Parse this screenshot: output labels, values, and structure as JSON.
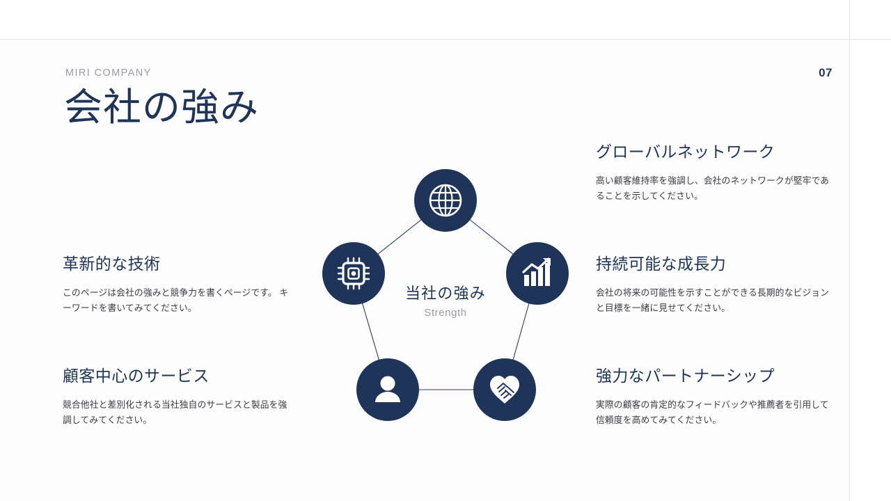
{
  "header": {
    "eyebrow": "MIRI COMPANY",
    "title": "会社の強み",
    "page_number": "07"
  },
  "center": {
    "title_jp": "当社の強み",
    "title_en": "Strength"
  },
  "features": [
    {
      "id": "global-network",
      "icon": "globe-icon",
      "heading": "グローバルネットワーク",
      "body": "高い顧客維持率を強調し、会社のネットワークが堅牢であることを示してください。"
    },
    {
      "id": "sustainable-growth",
      "icon": "growth-chart-icon",
      "heading": "持続可能な成長力",
      "body": "会社の将来の可能性を示すことができる長期的なビジョンと目標を一緒に見せてください。"
    },
    {
      "id": "strong-partnership",
      "icon": "handshake-heart-icon",
      "heading": "強力なパートナーシップ",
      "body": "実際の顧客の肯定的なフィードバックや推薦者を引用して信頼度を高めてみてください。"
    },
    {
      "id": "customer-centric-service",
      "icon": "person-icon",
      "heading": "顧客中心のサービス",
      "body": "競合他社と差別化される当社独自のサービスと製品を強調してみてください。"
    },
    {
      "id": "innovative-technology",
      "icon": "microchip-icon",
      "heading": "革新的な技術",
      "body": "このページは会社の強みと競争力を書くページです。 キーワードを書いてみてください。"
    }
  ],
  "colors": {
    "navy": "#1e3459",
    "muted": "#9a9aa8",
    "body_text": "#3a3a42",
    "rule": "#e4e5e8"
  }
}
